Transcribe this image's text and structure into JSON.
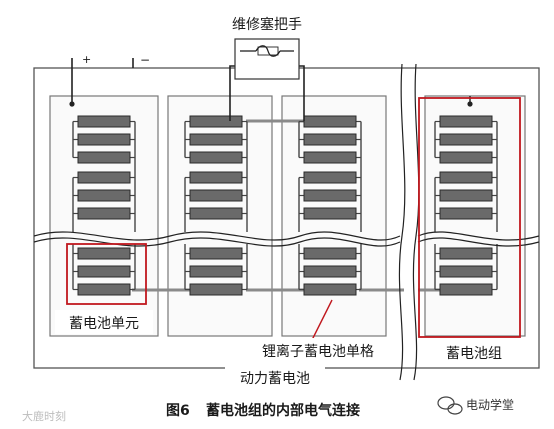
{
  "labels": {
    "service_plug": "维修塞把手",
    "plus": "+",
    "minus": "−",
    "module": "蓄电池单元",
    "cell": "锂离子蓄电池单格",
    "group": "蓄电池组",
    "pack": "动力蓄电池"
  },
  "caption": {
    "fig_no": "图6",
    "title": "蓄电池组的内部电气连接"
  },
  "watermarks": {
    "left": "大鹿时刻",
    "right": "电动学堂"
  },
  "colors": {
    "cell_fill": "#6a6a6a",
    "highlight": "#c0181e",
    "wire": "#3a3a3a",
    "bus": "#a0a0a0"
  }
}
